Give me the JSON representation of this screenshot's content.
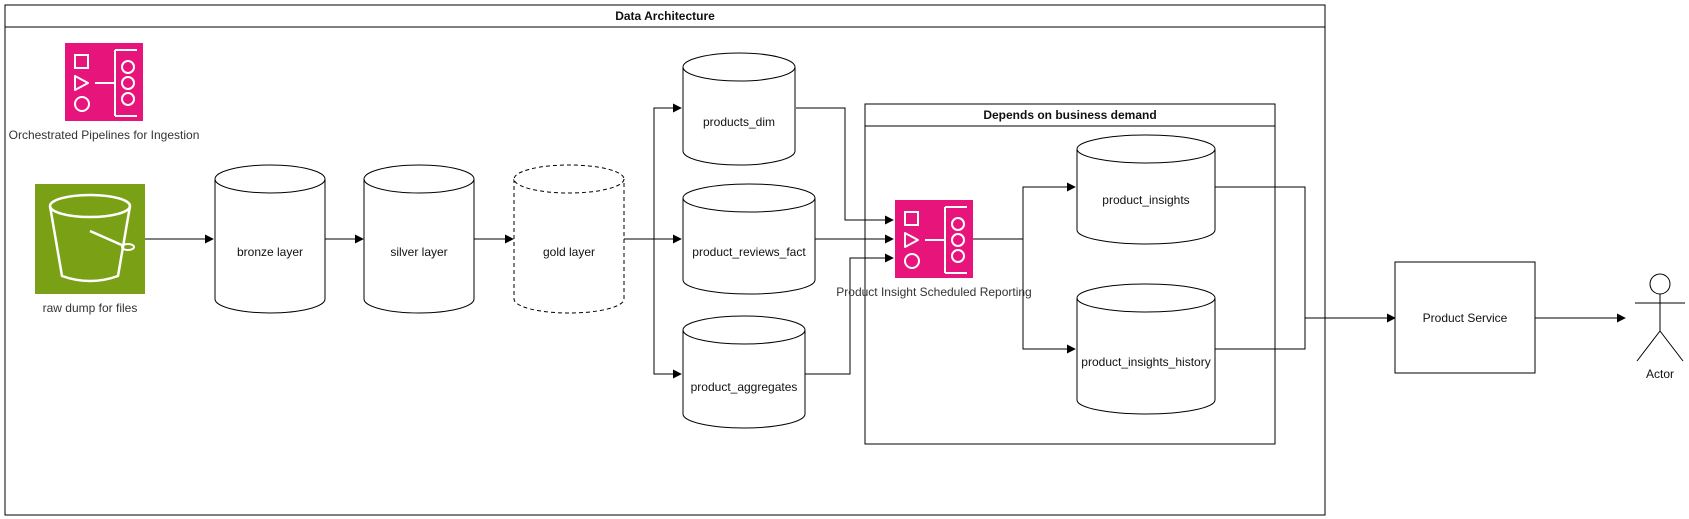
{
  "containers": {
    "architecture": {
      "title": "Data Architecture"
    },
    "business": {
      "title": "Depends on business demand"
    }
  },
  "icons": {
    "orchestrator_top": {
      "icon": "step-functions-icon",
      "color": "#E7157B",
      "caption": "Orchestrated Pipelines for Ingestion"
    },
    "s3": {
      "icon": "s3-bucket-icon",
      "color": "#7AA116",
      "caption": "raw dump for files"
    },
    "orchestrator_report": {
      "icon": "step-functions-icon",
      "color": "#E7157B",
      "caption": "Product Insight Scheduled Reporting"
    }
  },
  "datastores": {
    "bronze": "bronze layer",
    "silver": "silver layer",
    "gold": "gold layer",
    "products_dim": "products_dim",
    "product_reviews_fact": "product_reviews_fact",
    "product_aggregates": "product_aggregates",
    "product_insights": "product_insights",
    "product_insights_history": "product_insights_history"
  },
  "service": {
    "label": "Product Service"
  },
  "actor": {
    "label": "Actor"
  },
  "colors": {
    "line": "#000000",
    "background": "#ffffff",
    "orchestrator": "#E7157B",
    "bucket": "#7AA116"
  }
}
